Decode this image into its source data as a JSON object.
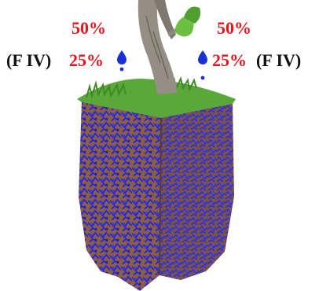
{
  "labels": {
    "top_left": "50%",
    "top_right": "50%",
    "left_paren": "(F IV)",
    "left_pct": "25%",
    "right_pct": "25%",
    "right_paren": "(F IV)"
  },
  "colors": {
    "percent_text": "#e8141c",
    "paren_text": "#111111",
    "water_drop": "#1a2fd6",
    "roots": "#2a2ad0",
    "soil": "#9a6a4a",
    "grass": "#5aa83a",
    "trunk": "#8f8a80"
  },
  "icons": [
    "water-drop-icon",
    "tree-trunk-icon",
    "soil-block-icon"
  ]
}
